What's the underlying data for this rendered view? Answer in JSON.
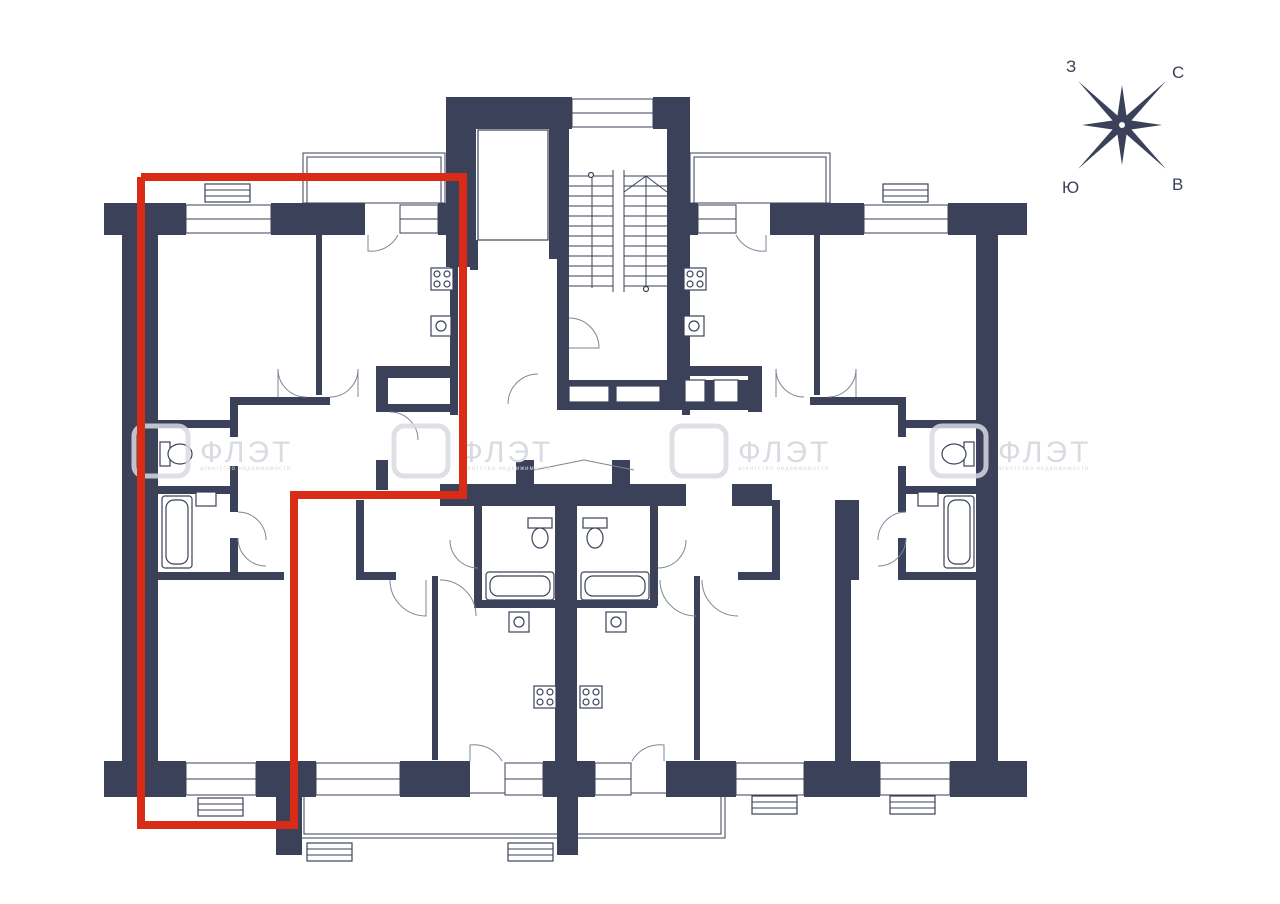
{
  "compass": {
    "north": "С",
    "south": "Ю",
    "east": "В",
    "west": "З"
  },
  "watermark": {
    "brand": "ФЛЭТ",
    "tagline": "агентство недвижимости"
  },
  "colors": {
    "walls": "#3b4159",
    "highlight": "#d92b16",
    "background": "#ffffff",
    "watermark": "#d8dbe2"
  },
  "icons": [
    "compass-rose-icon",
    "stove-icon",
    "sink-icon",
    "bathtub-icon",
    "toilet-icon",
    "watermark-logo-icon"
  ]
}
